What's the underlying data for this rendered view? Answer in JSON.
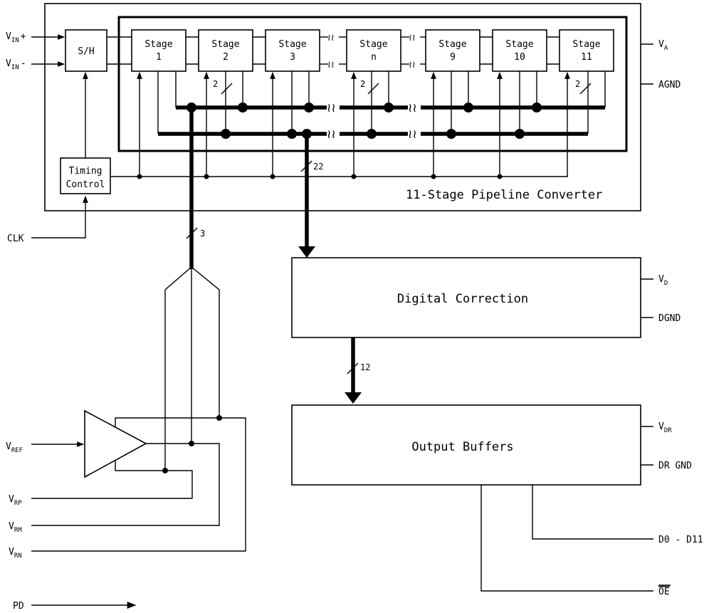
{
  "inputs": {
    "vin_plus": {
      "main": "V",
      "sub": "IN",
      "suffix": "+"
    },
    "vin_minus": {
      "main": "V",
      "sub": "IN",
      "suffix": "-"
    },
    "clk": "CLK",
    "vref": {
      "main": "V",
      "sub": "REF"
    },
    "vrp": {
      "main": "V",
      "sub": "RP"
    },
    "vrm": {
      "main": "V",
      "sub": "RM"
    },
    "vrn": {
      "main": "V",
      "sub": "RN"
    },
    "pd": "PD"
  },
  "blocks": {
    "sh": "S/H",
    "timing_line1": "Timing",
    "timing_line2": "Control",
    "converter_title": "11-Stage Pipeline Converter",
    "digital_correction": "Digital Correction",
    "output_buffers": "Output Buffers"
  },
  "stages": [
    {
      "line1": "Stage",
      "line2": "1"
    },
    {
      "line1": "Stage",
      "line2": "2"
    },
    {
      "line1": "Stage",
      "line2": "3"
    },
    {
      "line1": "Stage",
      "line2": "n"
    },
    {
      "line1": "Stage",
      "line2": "9"
    },
    {
      "line1": "Stage",
      "line2": "10"
    },
    {
      "line1": "Stage",
      "line2": "11"
    }
  ],
  "bus_widths": {
    "stage2": "2",
    "stagen": "2",
    "stage11": "2",
    "combined": "22",
    "reference": "3",
    "correction_out": "12"
  },
  "power_pins": {
    "va": {
      "main": "V",
      "sub": "A"
    },
    "agnd": "AGND",
    "vd": {
      "main": "V",
      "sub": "D"
    },
    "dgnd": "DGND",
    "vdr": {
      "main": "V",
      "sub": "DR"
    },
    "drgnd": "DR GND"
  },
  "outputs": {
    "data": "D0 - D11",
    "oe": "OE"
  }
}
